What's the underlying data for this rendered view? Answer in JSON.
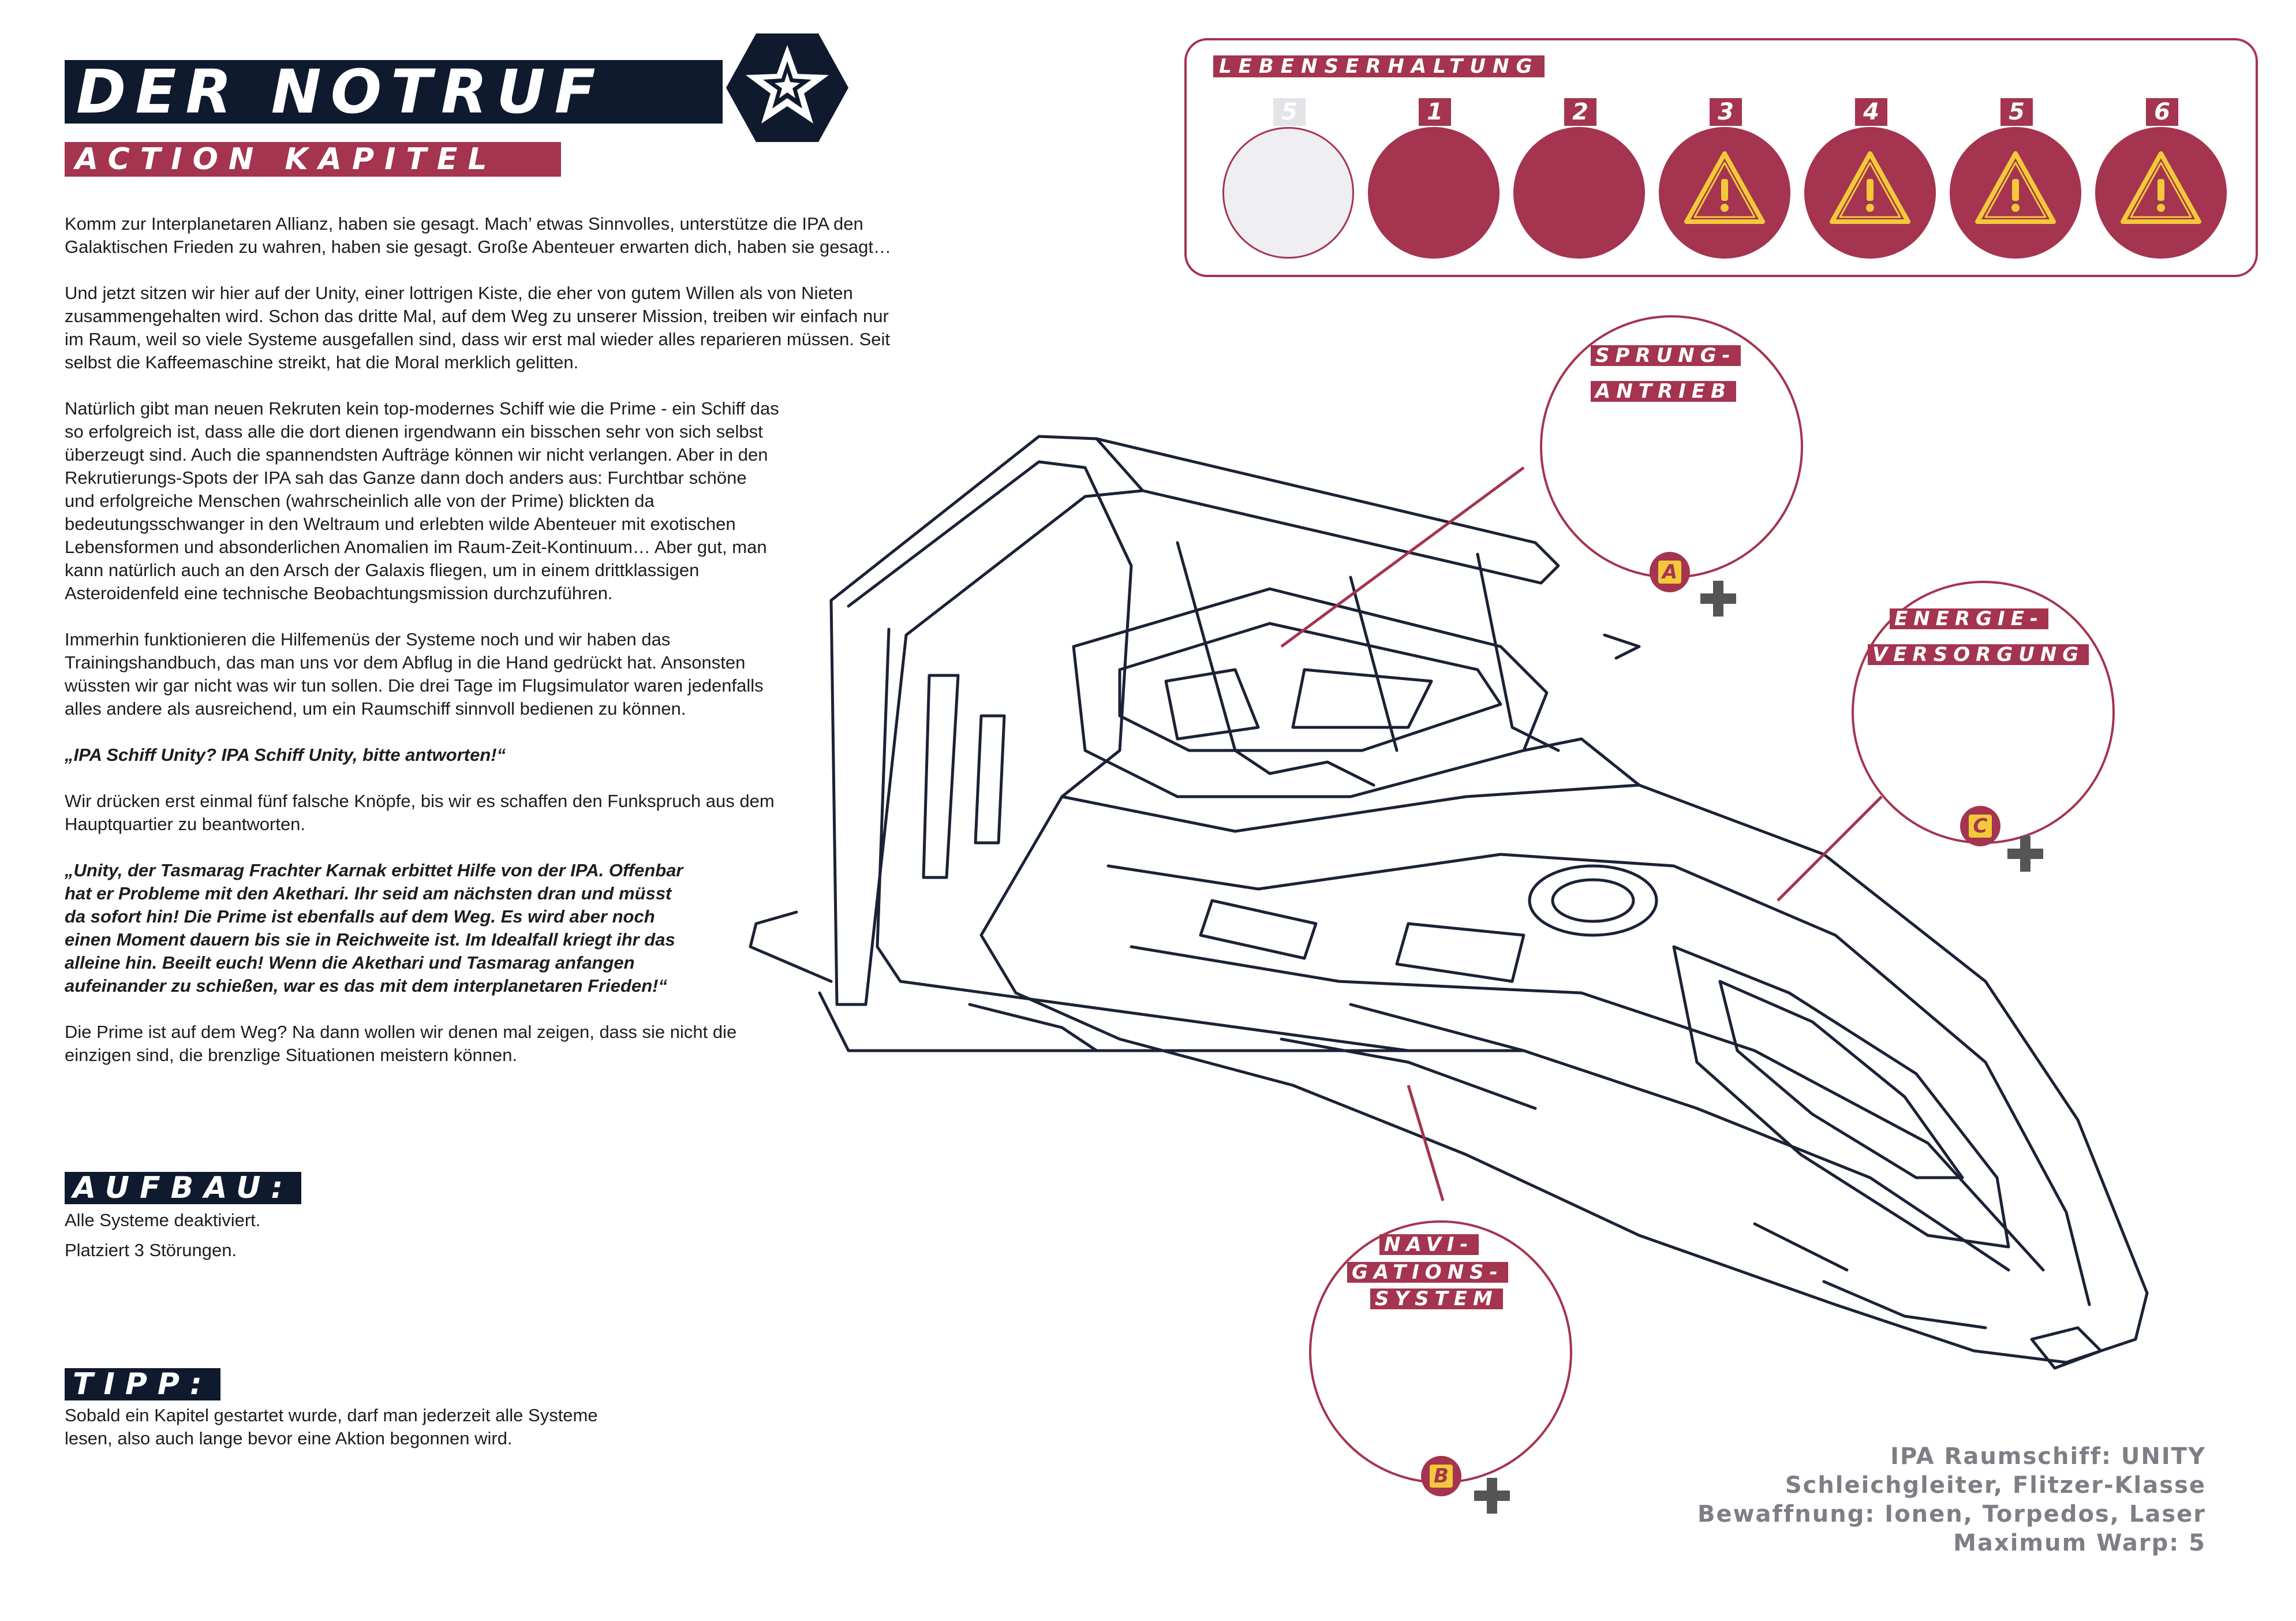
{
  "header": {
    "title": "DER NOTRUF",
    "subtitle": "ACTION KAPITEL"
  },
  "story": {
    "paragraphs": [
      "Komm zur Interplanetaren Allianz, haben sie gesagt. Mach’ etwas Sinnvolles, unterstütze die IPA den Galaktischen Frieden zu wahren, haben sie gesagt. Große Abenteuer erwarten dich, haben sie gesagt…",
      "Und jetzt sitzen wir hier auf der Unity, einer lottrigen Kiste, die eher von gutem Willen als von Nieten zusammengehalten wird. Schon das dritte Mal, auf dem Weg zu unserer Mission, treiben wir einfach nur im Raum, weil so viele Systeme ausgefallen sind, dass wir erst mal wieder alles reparieren müssen. Seit selbst die Kaffeemaschine streikt, hat die Moral merklich gelitten.",
      "Natürlich gibt man neuen Rekruten kein top-modernes Schiff wie die Prime - ein Schiff das so erfolgreich ist, dass alle die dort dienen irgendwann ein bisschen sehr von sich selbst überzeugt sind. Auch die spannendsten Aufträge können wir nicht verlangen. Aber in den Rekrutierungs-Spots der IPA sah das Ganze dann doch anders aus: Furchtbar schöne und erfolgreiche Menschen (wahrscheinlich alle von der Prime) blickten da bedeutungsschwanger in den Weltraum und erlebten wilde Abenteuer mit exotischen Lebensformen und absonderlichen Anomalien im Raum-Zeit-Kontinuum… Aber gut, man kann natürlich auch an den Arsch der Galaxis fliegen, um in einem drittklassigen Asteroidenfeld eine technische Beobachtungsmission durchzuführen.",
      "Immerhin funktionieren die Hilfemenüs der Systeme noch und wir haben das Trainingshandbuch, das man uns vor dem Abflug in die Hand gedrückt hat. Ansonsten wüssten wir gar nicht was wir tun sollen. Die drei Tage im Flugsimulator waren jedenfalls alles andere als ausreichend, um ein Raumschiff sinnvoll bedienen zu können.",
      "„IPA Schiff Unity? IPA Schiff Unity, bitte antworten!“",
      "Wir drücken erst einmal fünf falsche Knöpfe, bis wir es schaffen den Funkspruch aus dem Hauptquartier zu beantworten.",
      "„Unity, der Tasmarag Frachter Karnak erbittet Hilfe von der IPA. Offenbar hat er Probleme mit den Akethari. Ihr seid am nächsten dran und müsst da sofort hin! Die Prime ist ebenfalls auf dem Weg. Es wird aber noch einen Moment dauern bis sie in Reichweite ist. Im Idealfall kriegt ihr das alleine hin. Beeilt euch! Wenn die Akethari und Tasmarag anfangen aufeinander zu schießen, war es das mit dem interplanetaren Frieden!“",
      "Die Prime ist auf dem Weg? Na dann wollen wir denen mal zeigen, dass sie nicht die einzigen sind, die brenzlige Situationen meistern können."
    ]
  },
  "setup": {
    "label": "AUFBAU:",
    "lines": [
      "Alle Systeme deaktiviert.",
      "Platziert 3 Störungen."
    ]
  },
  "tip": {
    "label": "TIPP:",
    "text": "Sobald ein Kapitel gestartet wurde, darf man jederzeit alle Systeme lesen, also auch lange bevor eine Aktion begonnen wird."
  },
  "life_support": {
    "title": "LEBENSERHALTUNG",
    "slots": [
      {
        "number": "5",
        "state": "empty"
      },
      {
        "number": "1",
        "state": "filled"
      },
      {
        "number": "2",
        "state": "filled"
      },
      {
        "number": "3",
        "state": "warning"
      },
      {
        "number": "4",
        "state": "warning"
      },
      {
        "number": "5",
        "state": "warning"
      },
      {
        "number": "6",
        "state": "warning"
      }
    ]
  },
  "systems": {
    "jump": {
      "label_1": "SPRUNG-",
      "label_2": "ANTRIEB",
      "badge": "A"
    },
    "energy": {
      "label_1": "ENERGIE-",
      "label_2": "VERSORGUNG",
      "badge": "C"
    },
    "nav": {
      "label_1": "NAVI-",
      "label_2": "GATIONS-",
      "label_3": "SYSTEM",
      "badge": "B"
    }
  },
  "ship_info": {
    "line_1": "IPA Raumschiff: UNITY",
    "line_2": "Schleichgleiter, Flitzer-Klasse",
    "line_3": "Bewaffnung: Ionen, Torpedos, Laser",
    "line_4": "Maximum Warp: 5"
  },
  "colors": {
    "navy": "#0f1a2e",
    "accent": "#a4344f",
    "badge_yellow": "#f3c93a",
    "info_gray": "#7e7e86"
  },
  "icons": {
    "warning": "warning-triangle-icon",
    "plus": "plus-icon",
    "badge": "star-hexagon-icon"
  }
}
